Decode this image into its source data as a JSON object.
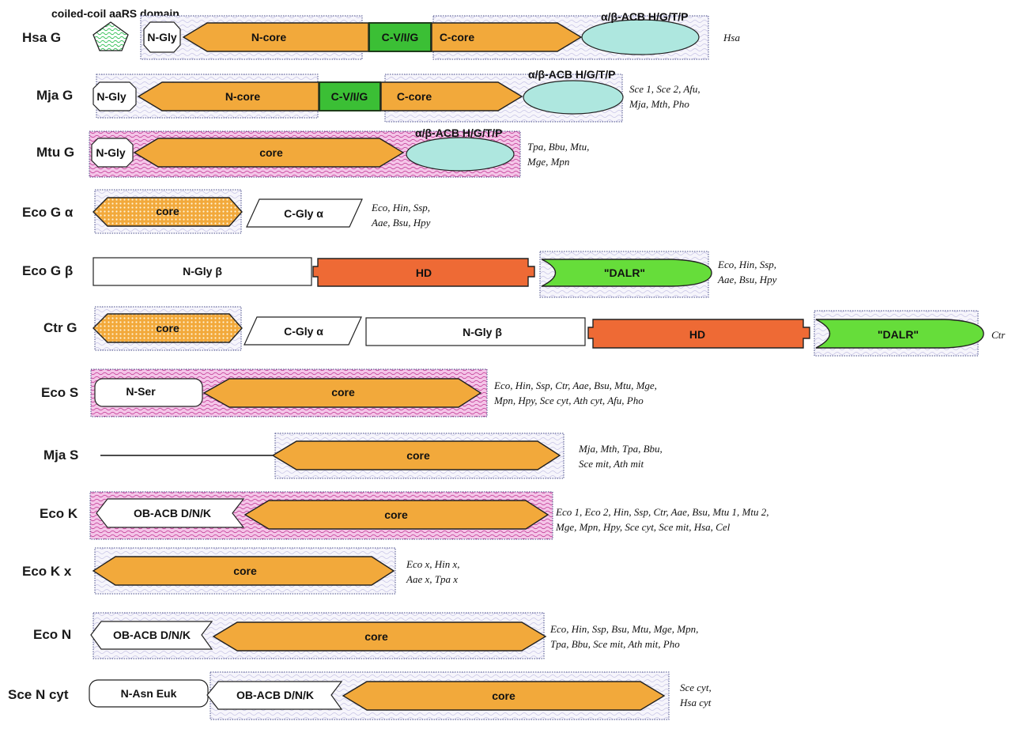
{
  "coiled_coil_label": "coiled-coil aaRS domain",
  "rows": {
    "hsa_g": {
      "label": "Hsa G",
      "n_gly": "N-Gly",
      "n_core": "N-core",
      "cvig": "C-V/I/G",
      "c_core": "C-core",
      "acb": "α/β-ACB H/G/T/P",
      "species": [
        "Hsa"
      ]
    },
    "mja_g": {
      "label": "Mja G",
      "n_gly": "N-Gly",
      "n_core": "N-core",
      "cvig": "C-V/I/G",
      "c_core": "C-core",
      "acb": "α/β-ACB H/G/T/P",
      "species": [
        "Sce 1, Sce 2, Afu,",
        "Mja, Mth, Pho"
      ]
    },
    "mtu_g": {
      "label": "Mtu G",
      "n_gly": "N-Gly",
      "core": "core",
      "acb": "α/β-ACB H/G/T/P",
      "species": [
        "Tpa, Bbu, Mtu,",
        "Mge, Mpn"
      ]
    },
    "eco_ga": {
      "label": "Eco G α",
      "core": "core",
      "c_gly": "C-Gly α",
      "species": [
        "Eco, Hin, Ssp,",
        "Aae, Bsu, Hpy"
      ]
    },
    "eco_gb": {
      "label": "Eco G β",
      "n_gly": "N-Gly β",
      "hd": "HD",
      "dalr": "\"DALR\"",
      "species": [
        "Eco, Hin, Ssp,",
        "Aae, Bsu, Hpy"
      ]
    },
    "ctr_g": {
      "label": "Ctr G",
      "core": "core",
      "c_gly": "C-Gly α",
      "n_gly": "N-Gly β",
      "hd": "HD",
      "dalr": "\"DALR\"",
      "species": [
        "Ctr"
      ]
    },
    "eco_s": {
      "label": "Eco S",
      "n_ser": "N-Ser",
      "core": "core",
      "species": [
        "Eco, Hin, Ssp, Ctr, Aae, Bsu, Mtu, Mge,",
        "Mpn, Hpy, Sce cyt, Ath cyt, Afu, Pho"
      ]
    },
    "mja_s": {
      "label": "Mja S",
      "core": "core",
      "species": [
        "Mja, Mth, Tpa, Bbu,",
        "Sce mit, Ath mit"
      ]
    },
    "eco_k": {
      "label": "Eco K",
      "ob": "OB-ACB D/N/K",
      "core": "core",
      "species": [
        "Eco 1, Eco 2, Hin, Ssp, Ctr, Aae, Bsu, Mtu 1, Mtu 2,",
        "Mge, Mpn, Hpy, Sce cyt, Sce mit, Hsa, Cel"
      ]
    },
    "eco_kx": {
      "label": "Eco K x",
      "core": "core",
      "species": [
        "Eco x, Hin x,",
        "Aae x, Tpa x"
      ]
    },
    "eco_n": {
      "label": "Eco N",
      "ob": "OB-ACB D/N/K",
      "core": "core",
      "species": [
        "Eco, Hin, Ssp, Bsu, Mtu, Mge, Mpn,",
        "Tpa, Bbu, Sce mit, Ath mit, Pho"
      ]
    },
    "sce_n": {
      "label": "Sce N cyt",
      "n_asn": "N-Asn Euk",
      "ob": "OB-ACB D/N/K",
      "core": "core",
      "species": [
        "Sce cyt,",
        "Hsa cyt"
      ]
    }
  },
  "colors": {
    "core": "#f2a93b",
    "hd": "#ee6a35",
    "dalr": "#66dd3a",
    "cvig": "#3bbf35",
    "acb": "#aee7df",
    "coiled_coil": "#37c25a"
  }
}
